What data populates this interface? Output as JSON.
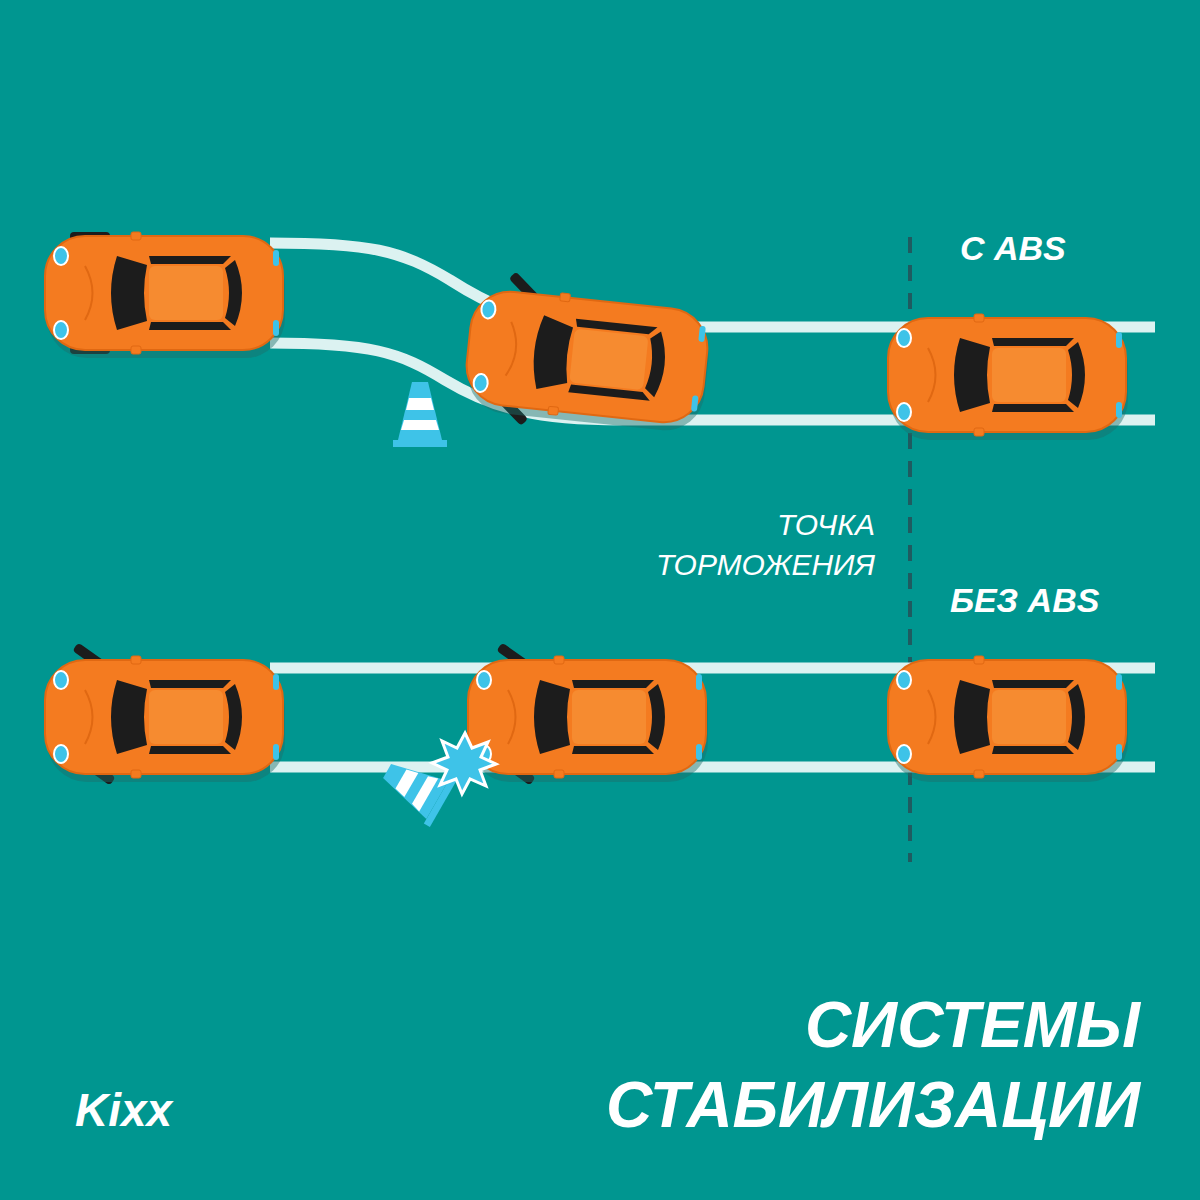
{
  "diagram": {
    "title": "СИСТЕМЫ СТАБИЛИЗАЦИИ",
    "labels": [
      "С ABS",
      "ТОЧКА ТОРМОЖЕНИЯ",
      "БЕЗ ABS",
      "Kixx"
    ]
  }
}
